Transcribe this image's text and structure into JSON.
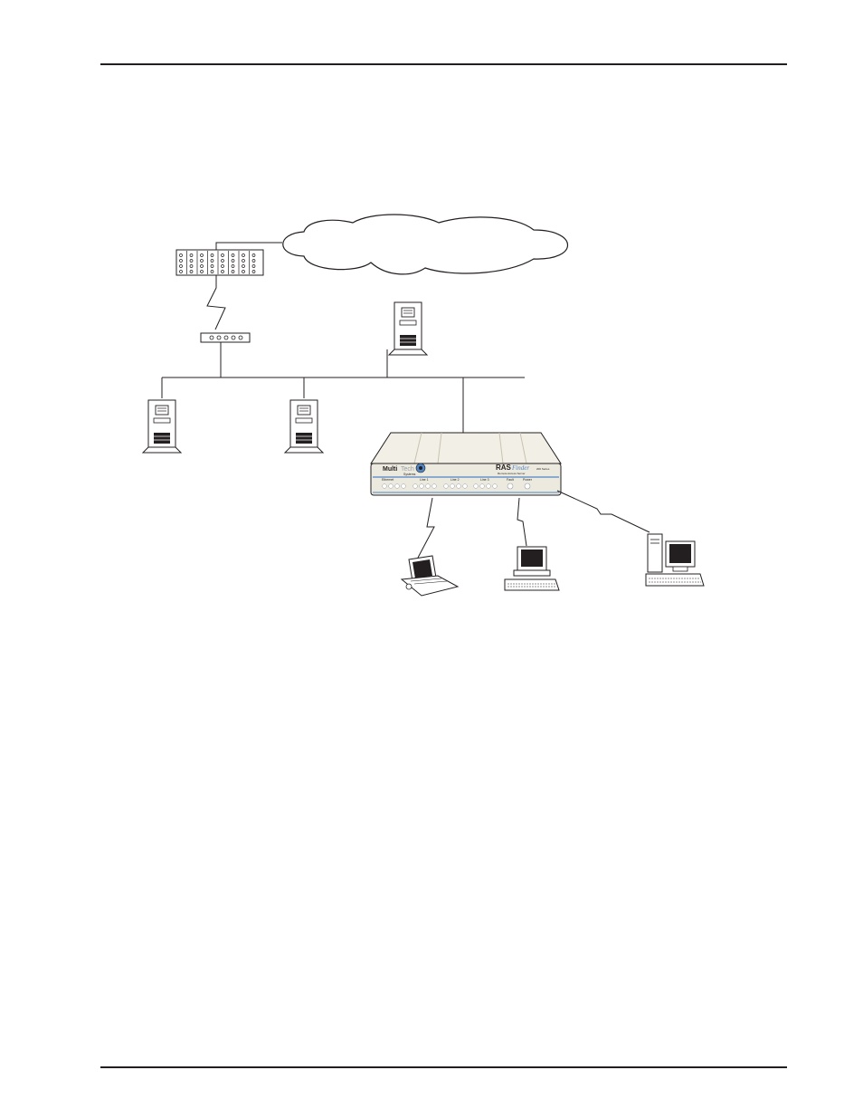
{
  "page": {
    "background": "#ffffff",
    "rule_color": "#231f20"
  },
  "device": {
    "brand_main": "Multi",
    "brand_sub": "Tech",
    "brand_line": "Systems",
    "product": "RAS",
    "product_script": "Finder",
    "product_series": "200 Series",
    "product_tagline": "Remote Access Server",
    "led_groups": [
      "Ethernet",
      "Line 1",
      "Line 2",
      "Line 3"
    ],
    "fault_label": "Fault",
    "power_label": "Power",
    "accent_color": "#4f86c6",
    "body_color": "#ece9de"
  },
  "icons": [
    "cloud-icon",
    "telco-switch-icon",
    "lightning-link-icon",
    "router-icon",
    "tower-server-icon",
    "remote-access-server-icon",
    "laptop-icon",
    "desktop-pc-icon",
    "workstation-icon"
  ]
}
